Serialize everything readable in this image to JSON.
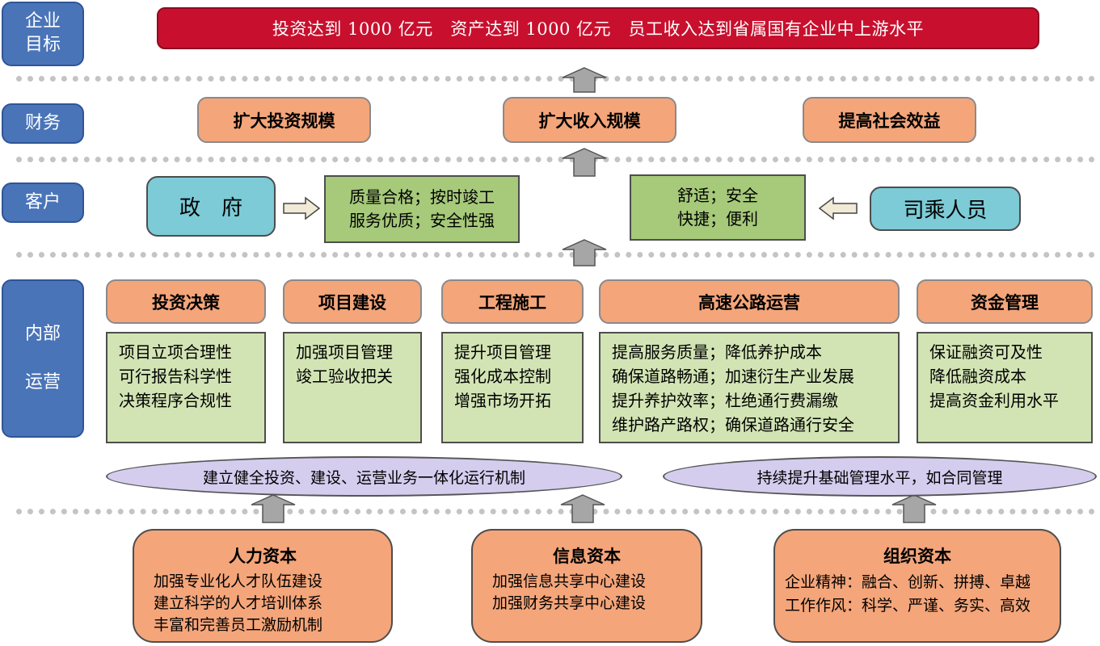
{
  "categories": {
    "goal": [
      "企业",
      "目标"
    ],
    "finance": "财务",
    "customer": "客户",
    "internal": [
      "内部",
      "运营"
    ]
  },
  "goal_bar": "投资达到 1000 亿元   资产达到 1000 亿元   员工收入达到省属国有企业中上游水平",
  "finance": [
    "扩大投资规模",
    "扩大收入规模",
    "提高社会效益"
  ],
  "customer": {
    "government": "政　府",
    "government_needs": [
      "质量合格；按时竣工",
      "服务优质；安全性强"
    ],
    "passenger_needs": [
      "舒适；安全",
      "快捷；便利"
    ],
    "passengers": "司乘人员"
  },
  "operations": [
    {
      "title": "投资决策",
      "items": [
        "项目立项合理性",
        "可行报告科学性",
        "决策程序合规性"
      ]
    },
    {
      "title": "项目建设",
      "items": [
        "加强项目管理",
        "竣工验收把关"
      ]
    },
    {
      "title": "工程施工",
      "items": [
        "提升项目管理",
        "强化成本控制",
        "增强市场开拓"
      ]
    },
    {
      "title": "高速公路运营",
      "items": [
        "提高服务质量；降低养护成本",
        "确保道路畅通；加速衍生产业发展",
        "提升养护效率；杜绝通行费漏缴",
        "维护路产路权；确保道路通行安全"
      ]
    },
    {
      "title": "资金管理",
      "items": [
        "保证融资可及性",
        "降低融资成本",
        "提高资金利用水平"
      ]
    }
  ],
  "mechanisms": [
    "建立健全投资、建设、运营业务一体化运行机制",
    "持续提升基础管理水平，如合同管理"
  ],
  "capitals": [
    {
      "title": "人力资本",
      "items": [
        "加强专业化人才队伍建设",
        "建立科学的人才培训体系",
        "丰富和完善员工激励机制"
      ]
    },
    {
      "title": "信息资本",
      "items": [
        "加强信息共享中心建设",
        "加强财务共享中心建设"
      ]
    },
    {
      "title": "组织资本",
      "items": [
        "企业精神：融合、创新、拼搏、卓越",
        "工作作风：科学、严谨、务实、高效"
      ]
    }
  ],
  "colors": {
    "category": "#4a74b8",
    "goal": "#c8102e",
    "orange": "#f4a57a",
    "green": "#d2e4b4",
    "teal": "#7ccbd6",
    "ellipse": "#d4cdee",
    "arrow": "#a6a6a6"
  }
}
